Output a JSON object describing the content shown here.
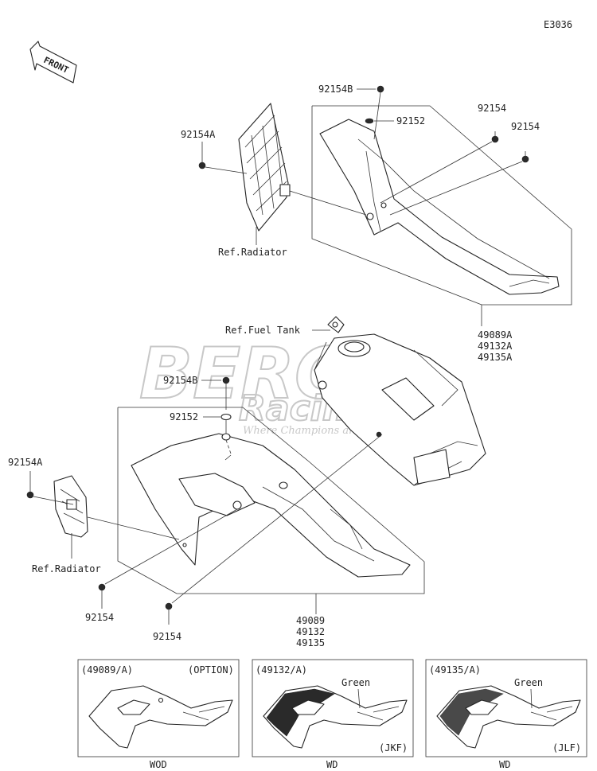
{
  "diagram_code": "E3036",
  "front_label": "FRONT",
  "watermark": {
    "main": "BERG",
    "sub": "Racing",
    "tagline": "Where Champions are"
  },
  "callouts": {
    "top_92154B": "92154B",
    "top_92152": "92152",
    "top_92154_a": "92154",
    "top_92154_b": "92154",
    "top_92154A": "92154A",
    "ref_radiator_top": "Ref.Radiator",
    "parts_top": [
      "49089A",
      "49132A",
      "49135A"
    ],
    "ref_fuel_tank": "Ref.Fuel Tank",
    "mid_92154B": "92154B",
    "mid_92152": "92152",
    "left_92154A": "92154A",
    "ref_radiator_left": "Ref.Radiator",
    "bottom_92154_a": "92154",
    "bottom_92154_b": "92154",
    "parts_bottom": [
      "49089",
      "49132",
      "49135"
    ]
  },
  "variants": [
    {
      "code": "(49089/A)",
      "note": "(OPTION)",
      "color_label": "",
      "suffix": "",
      "footer": "WOD"
    },
    {
      "code": "(49132/A)",
      "note": "",
      "color_label": "Green",
      "suffix": "(JKF)",
      "footer": "WD"
    },
    {
      "code": "(49135/A)",
      "note": "",
      "color_label": "Green",
      "suffix": "(JLF)",
      "footer": "WD"
    }
  ]
}
